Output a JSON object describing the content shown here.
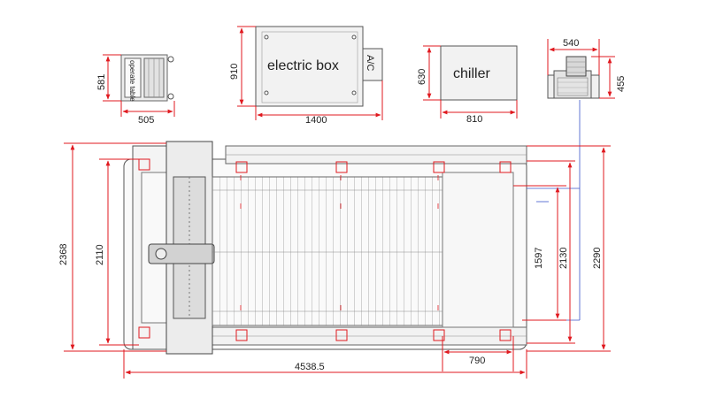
{
  "components": {
    "operate_table": {
      "label": "operate table"
    },
    "electric_box": {
      "label": "electric box",
      "ac_label": "A/C"
    },
    "chiller": {
      "label": "chiller"
    }
  },
  "dimensions": {
    "operate_table_height": "581",
    "operate_table_width": "505",
    "electric_box_height": "910",
    "electric_box_width": "1400",
    "chiller_height": "630",
    "chiller_width": "810",
    "fan_width": "540",
    "fan_height": "455",
    "machine_total_height": "2368",
    "machine_inner_height": "2110",
    "machine_total_length": "4538.5",
    "exchange_table_width": "790",
    "right_dim_1": "1597",
    "right_dim_2": "2130",
    "right_dim_3": "2290"
  },
  "colors": {
    "dimension_line": "#e0191f",
    "blue_guide": "#3b55c9",
    "outline": "#555555"
  }
}
